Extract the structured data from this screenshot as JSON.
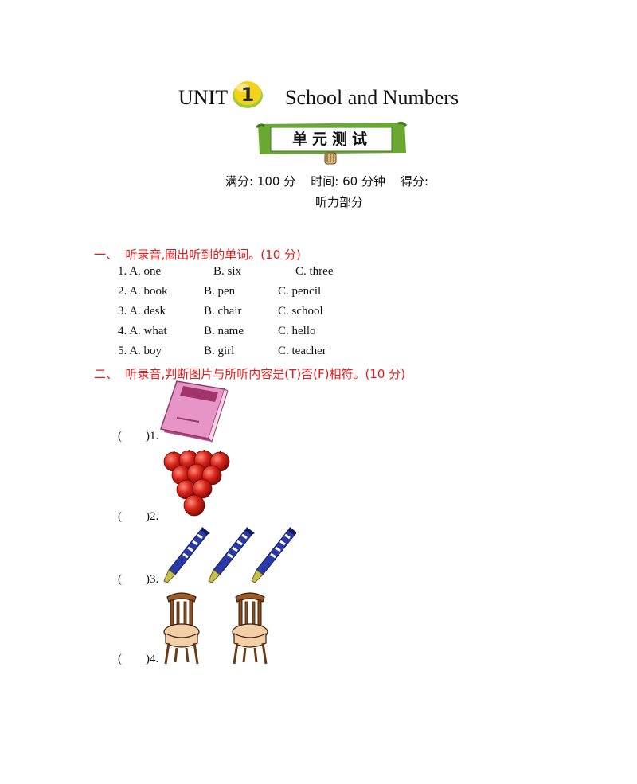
{
  "header": {
    "unit_word": "UNIT",
    "unit_number": "1",
    "unit_title": "School and Numbers",
    "banner": "单元测试",
    "score_line": "满分: 100 分    时间: 60 分钟    得分:",
    "part": "听力部分"
  },
  "section1": {
    "heading": "一、  听录音,圈出听到的单词。(10 分)",
    "items": [
      {
        "num": "1.",
        "a": "A. one",
        "b": "B. six",
        "c": "C. three"
      },
      {
        "num": "2.",
        "a": "A. book",
        "b": "B. pen",
        "c": "C. pencil"
      },
      {
        "num": "3.",
        "a": "A. desk",
        "b": "B. chair",
        "c": "C. school"
      },
      {
        "num": "4.",
        "a": "A. what",
        "b": "B. name",
        "c": "C. hello"
      },
      {
        "num": "5.",
        "a": "A. boy",
        "b": "B. girl",
        "c": "C. teacher"
      }
    ]
  },
  "section2": {
    "heading": "二、  听录音,判断图片与所听内容是(T)否(F)相符。(10 分)",
    "items": [
      {
        "label": "(        )1.",
        "picture": "book-icon"
      },
      {
        "label": "(        )2.",
        "picture": "apples-icon"
      },
      {
        "label": "(        )3.",
        "picture": "pens-icon"
      },
      {
        "label": "(        )4.",
        "picture": "chairs-icon"
      }
    ]
  },
  "colors": {
    "accent_red": "#e8191a",
    "banner_green": "#5a9a2a",
    "badge_yellow": "#f2d21a"
  }
}
